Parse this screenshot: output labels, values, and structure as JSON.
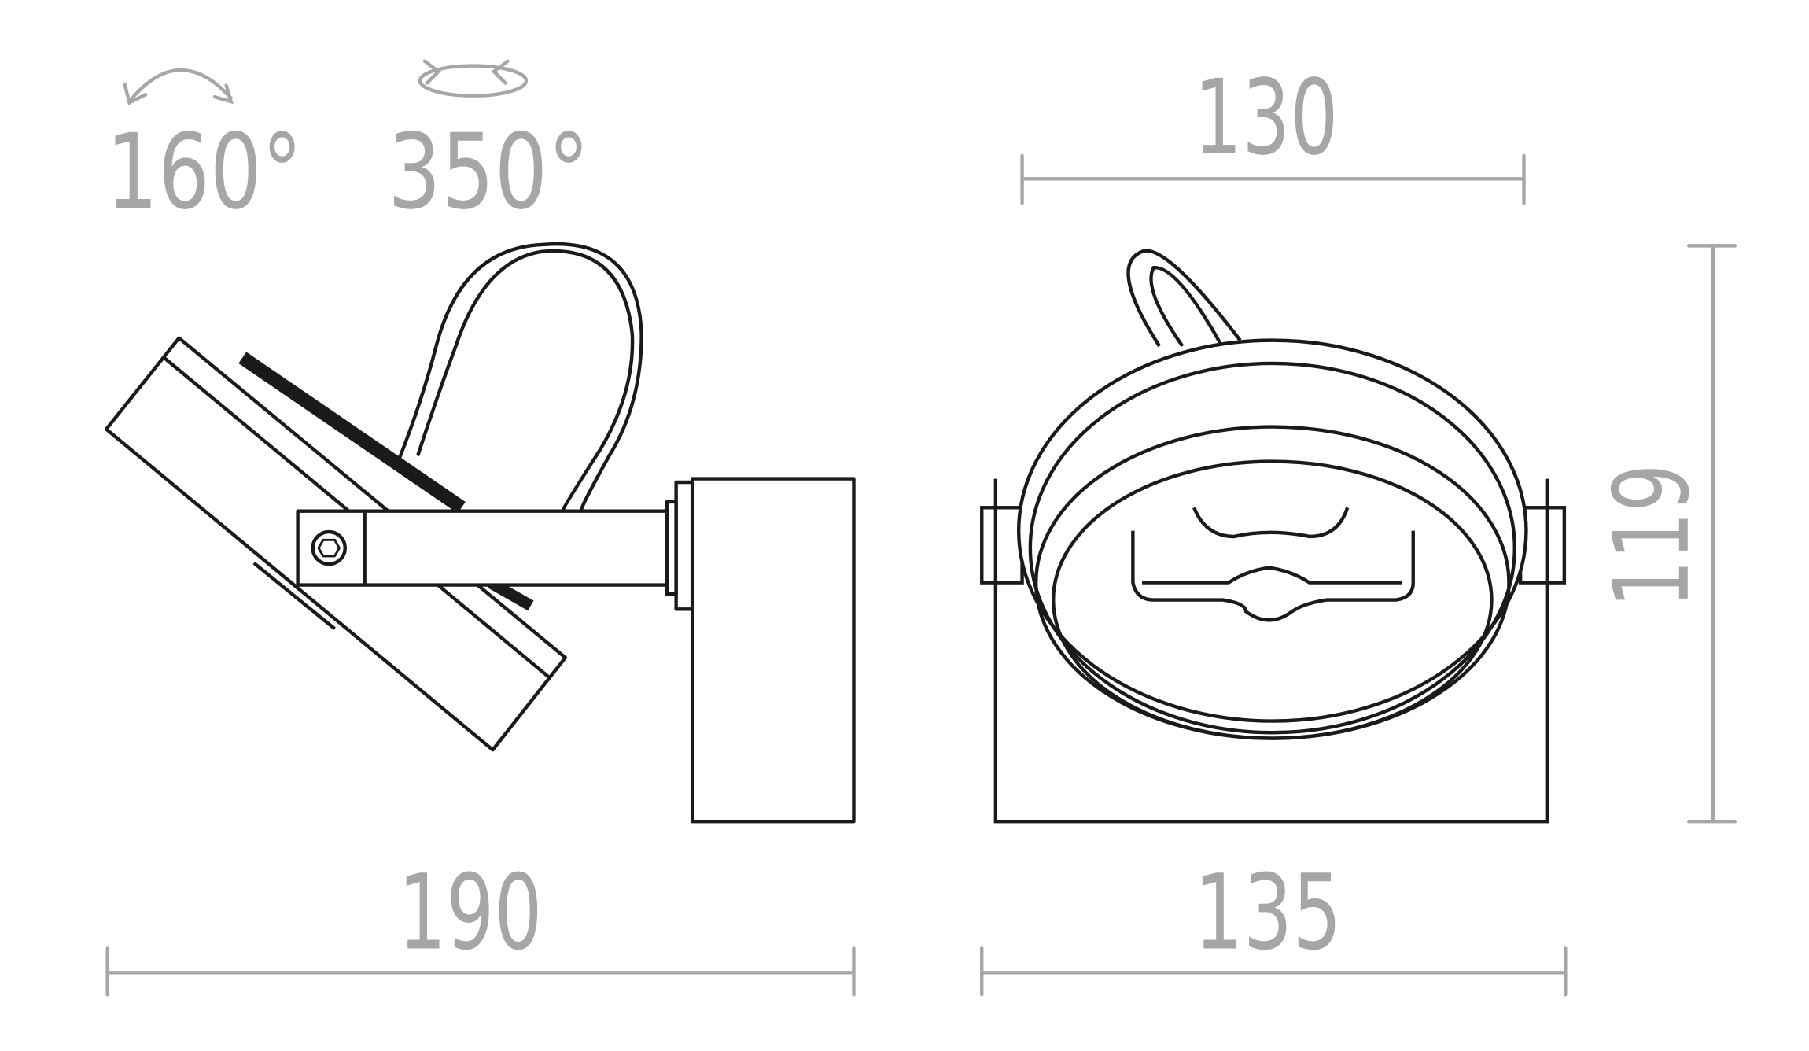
{
  "drawing": {
    "tilt": {
      "icon": "tilt-arc-arrows-icon",
      "label": "160°"
    },
    "rotation": {
      "icon": "rotate-ellipse-arrows-icon",
      "label": "350°"
    },
    "side_view": {
      "width_label": "190"
    },
    "front_view": {
      "top_width_label": "130",
      "bottom_width_label": "135",
      "height_label": "119"
    },
    "colors": {
      "dimension": "#a6a6a6",
      "outline": "#1a1a1a",
      "background": "#ffffff"
    }
  }
}
